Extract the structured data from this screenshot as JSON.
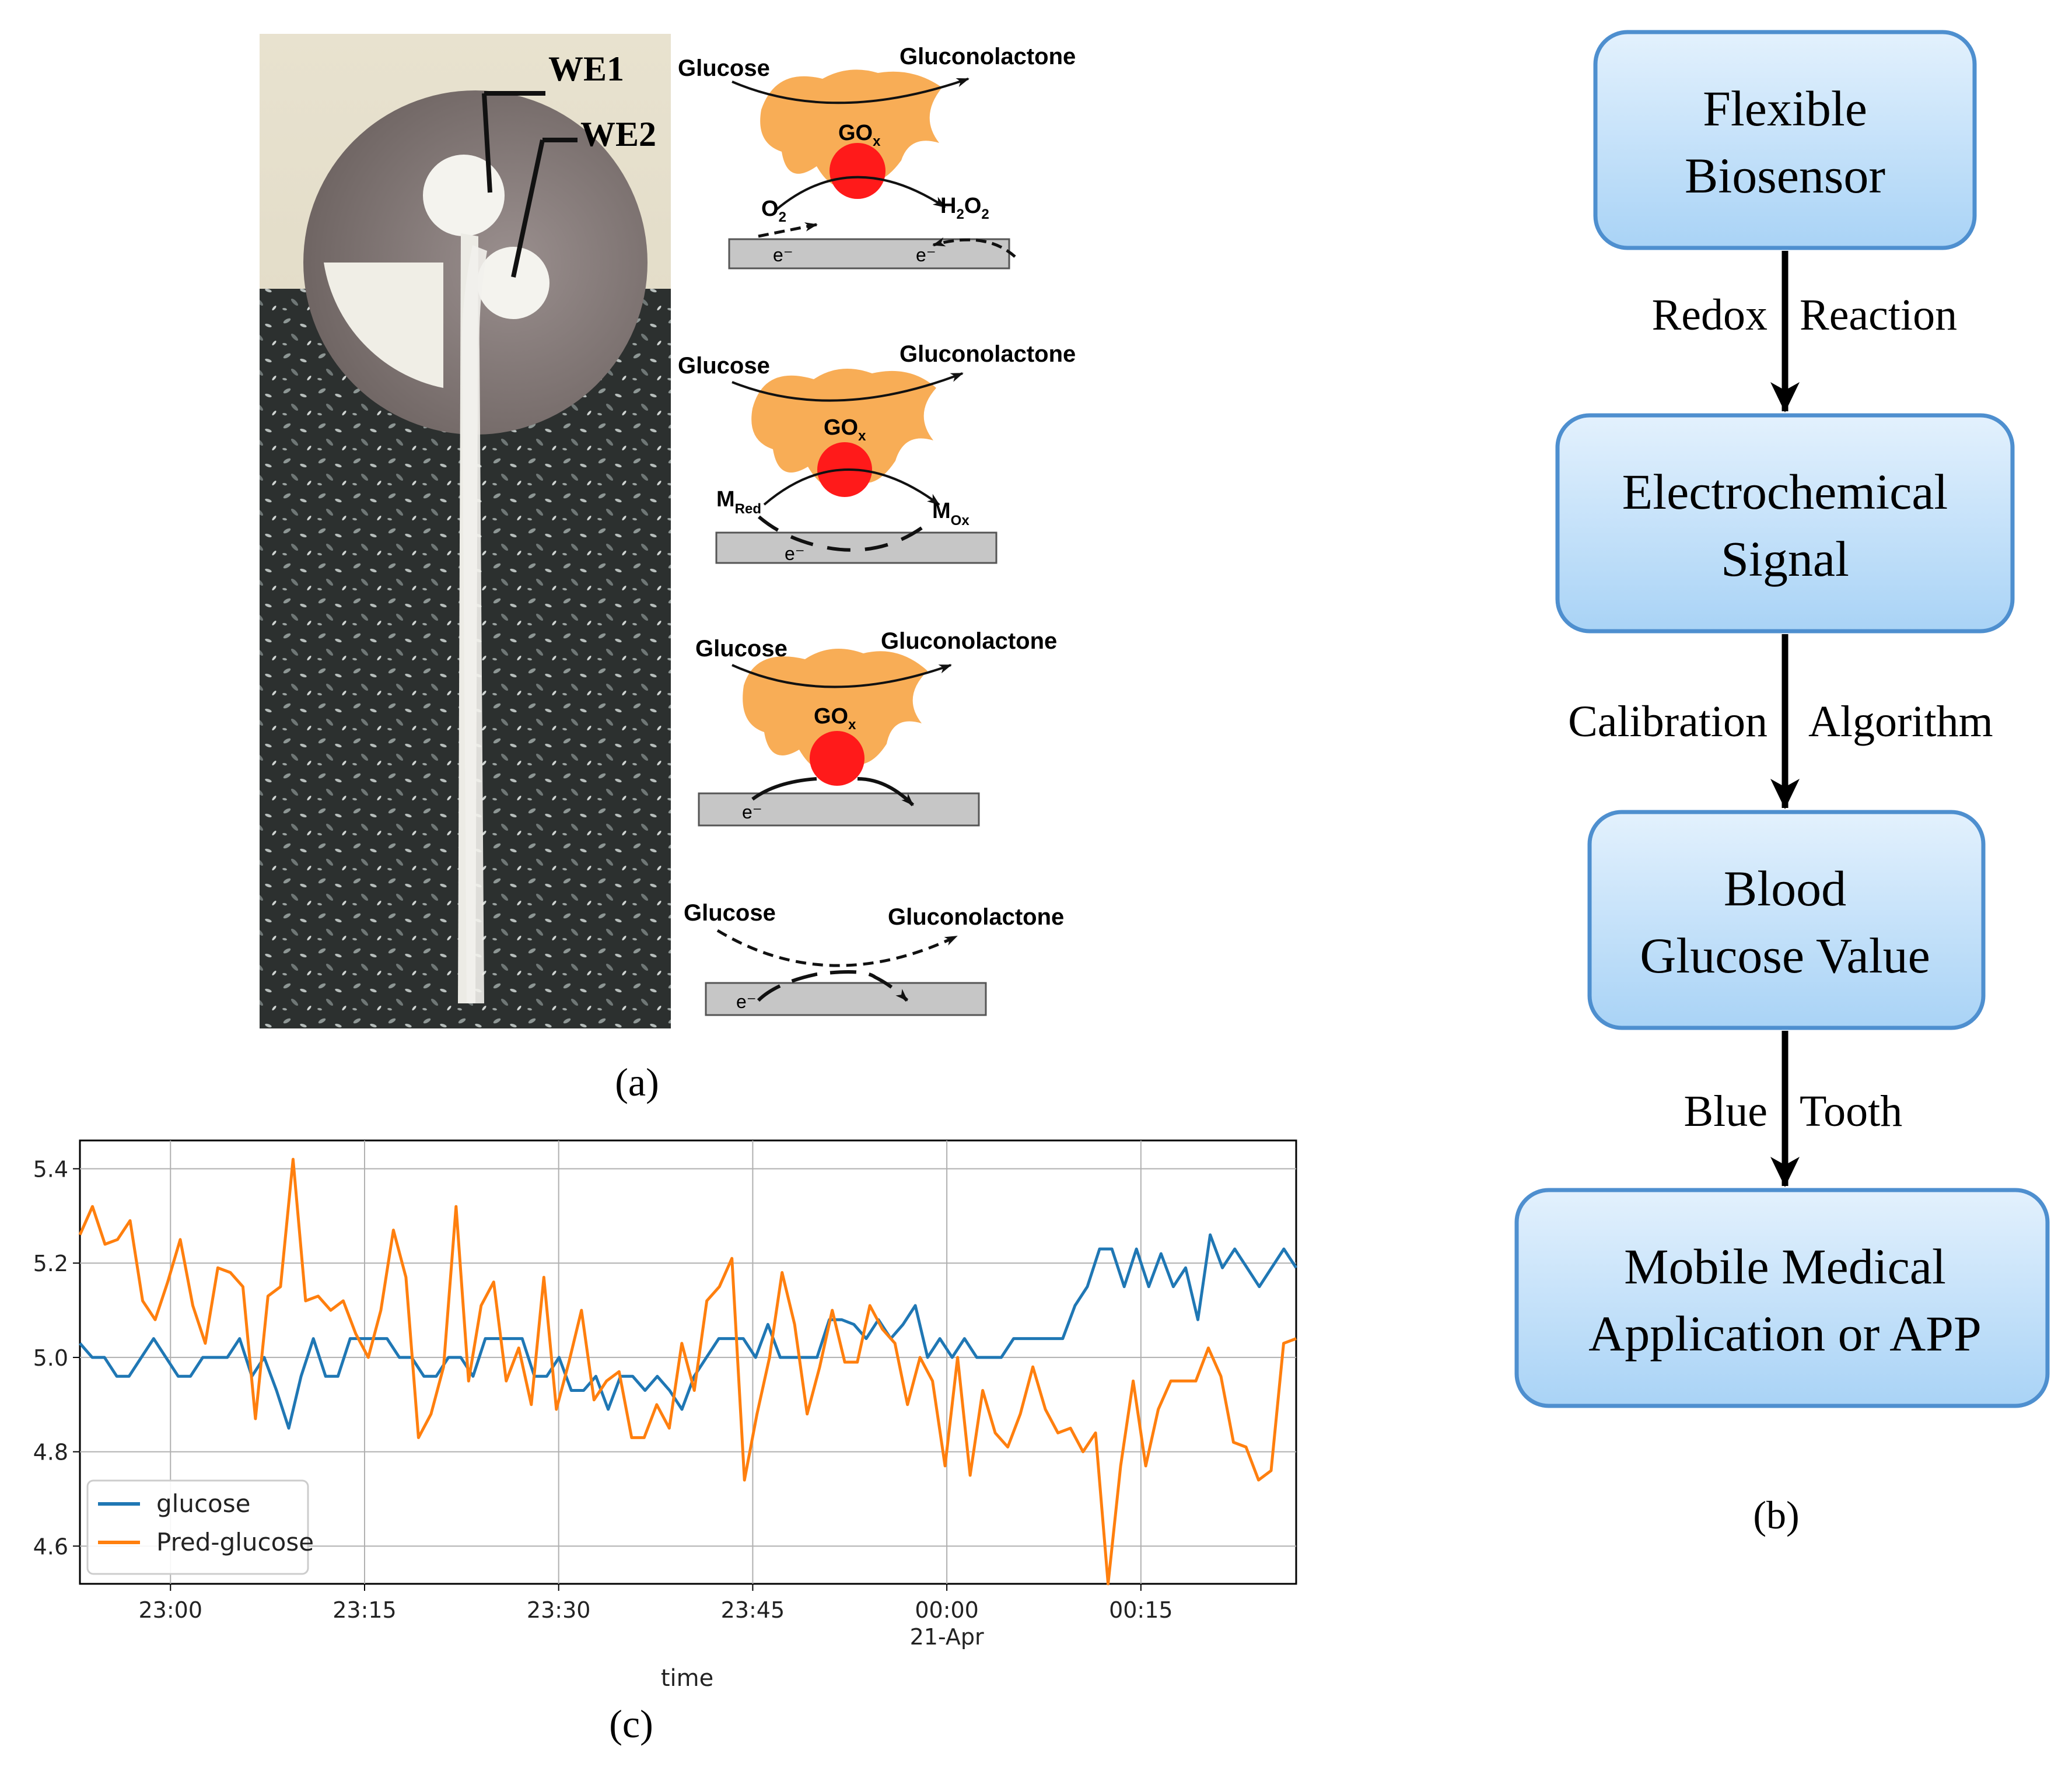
{
  "panel_a": {
    "caption": "(a)",
    "photo_labels": {
      "we1": "WE1",
      "we2": "WE2"
    },
    "mechanisms": [
      {
        "substrate": "Glucose",
        "product": "Gluconolactone",
        "enzyme": "GO",
        "enzyme_sub": "x",
        "left_species": "O",
        "left_sub": "2",
        "right_species_a": "H",
        "right_sub_a": "2",
        "right_species_b": "O",
        "right_sub_b": "2",
        "electron_left": "e⁻",
        "electron_right": "e⁻"
      },
      {
        "substrate": "Glucose",
        "product": "Gluconolactone",
        "enzyme": "GO",
        "enzyme_sub": "x",
        "left_species": "M",
        "left_sub": "Red",
        "right_species": "M",
        "right_sub": "Ox",
        "electron": "e⁻"
      },
      {
        "substrate": "Glucose",
        "product": "Gluconolactone",
        "enzyme": "GO",
        "enzyme_sub": "x",
        "electron": "e⁻"
      },
      {
        "substrate": "Glucose",
        "product": "Gluconolactone",
        "electron": "e⁻"
      }
    ]
  },
  "panel_b": {
    "caption": "(b)",
    "boxes": [
      {
        "line1": "Flexible",
        "line2": "Biosensor"
      },
      {
        "line1": "Electrochemical",
        "line2": "Signal"
      },
      {
        "line1": "Blood",
        "line2": "Glucose Value"
      },
      {
        "line1": "Mobile Medical",
        "line2": "Application or APP"
      }
    ],
    "arrows": [
      {
        "left": "Redox",
        "right": "Reaction"
      },
      {
        "left": "Calibration",
        "right": "Algorithm"
      },
      {
        "left": "Blue",
        "right": "Tooth"
      }
    ],
    "colors": {
      "box_top": "#e3f1fd",
      "box_bottom": "#a9d3f6",
      "box_border": "#4e8fcf",
      "arrow": "#000000"
    }
  },
  "panel_c": {
    "caption": "(c)",
    "chart_data": {
      "type": "line",
      "xlabel": "time",
      "ylabel": "",
      "x_start": "2023-04-20 22:53",
      "x_end": "2023-04-21 00:27",
      "ylim": [
        4.52,
        5.46
      ],
      "yticks": [
        "4.6",
        "4.8",
        "5.0",
        "5.2",
        "5.4"
      ],
      "xticks": [
        {
          "label": "23:00",
          "sub": ""
        },
        {
          "label": "23:15",
          "sub": ""
        },
        {
          "label": "23:30",
          "sub": ""
        },
        {
          "label": "23:45",
          "sub": ""
        },
        {
          "label": "00:00",
          "sub": "21-Apr"
        },
        {
          "label": "00:15",
          "sub": ""
        }
      ],
      "grid": true,
      "legend_position": "lower-left",
      "series": [
        {
          "name": "glucose",
          "color": "#1f77b4",
          "values": [
            5.03,
            5.0,
            5.0,
            4.96,
            4.96,
            5.0,
            5.04,
            5.0,
            4.96,
            4.96,
            5.0,
            5.0,
            5.0,
            5.04,
            4.96,
            5.0,
            4.93,
            4.85,
            4.96,
            5.04,
            4.96,
            4.96,
            5.04,
            5.04,
            5.04,
            5.04,
            5.0,
            5.0,
            4.96,
            4.96,
            5.0,
            5.0,
            4.96,
            5.04,
            5.04,
            5.04,
            5.04,
            4.96,
            4.96,
            5.0,
            4.93,
            4.93,
            4.96,
            4.89,
            4.96,
            4.96,
            4.93,
            4.96,
            4.93,
            4.89,
            4.96,
            5.0,
            5.04,
            5.04,
            5.04,
            5.0,
            5.07,
            5.0,
            5.0,
            5.0,
            5.0,
            5.08,
            5.08,
            5.07,
            5.04,
            5.08,
            5.04,
            5.07,
            5.11,
            5.0,
            5.04,
            5.0,
            5.04,
            5.0,
            5.0,
            5.0,
            5.04,
            5.04,
            5.04,
            5.04,
            5.04,
            5.11,
            5.15,
            5.23,
            5.23,
            5.15,
            5.23,
            5.15,
            5.22,
            5.15,
            5.19,
            5.08,
            5.26,
            5.19,
            5.23,
            5.19,
            5.15,
            5.19,
            5.23,
            5.19
          ]
        },
        {
          "name": "Pred-glucose",
          "color": "#ff7f0e",
          "values": [
            5.26,
            5.32,
            5.24,
            5.25,
            5.29,
            5.12,
            5.08,
            5.16,
            5.25,
            5.11,
            5.03,
            5.19,
            5.18,
            5.15,
            4.87,
            5.13,
            5.15,
            5.42,
            5.12,
            5.13,
            5.1,
            5.12,
            5.05,
            5.0,
            5.1,
            5.27,
            5.17,
            4.83,
            4.88,
            4.98,
            5.32,
            4.95,
            5.11,
            5.16,
            4.95,
            5.02,
            4.9,
            5.17,
            4.89,
            4.99,
            5.1,
            4.91,
            4.95,
            4.97,
            4.83,
            4.83,
            4.9,
            4.85,
            5.03,
            4.93,
            5.12,
            5.15,
            5.21,
            4.74,
            4.88,
            5.0,
            5.18,
            5.07,
            4.88,
            4.98,
            5.1,
            4.99,
            4.99,
            5.11,
            5.06,
            5.03,
            4.9,
            5.0,
            4.95,
            4.77,
            5.0,
            4.75,
            4.93,
            4.84,
            4.81,
            4.88,
            4.98,
            4.89,
            4.84,
            4.85,
            4.8,
            4.84,
            4.52,
            4.77,
            4.95,
            4.77,
            4.89,
            4.95,
            4.95,
            4.95,
            5.02,
            4.96,
            4.82,
            4.81,
            4.74,
            4.76,
            5.03,
            5.04
          ]
        }
      ]
    }
  }
}
